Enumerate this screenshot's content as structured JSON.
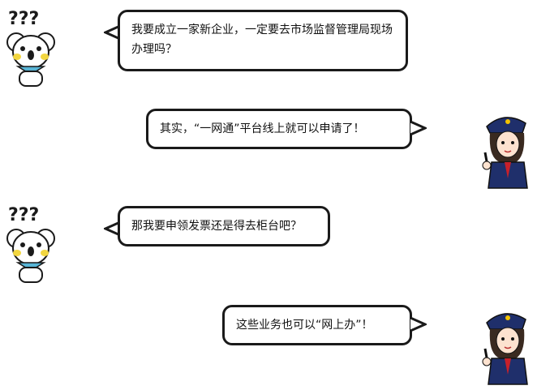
{
  "conversation": [
    {
      "speaker": "koala",
      "text": "我要成立一家新企业，一定要去市场监督管理局现场办理吗？",
      "marks": "???"
    },
    {
      "speaker": "officer",
      "text": "其实，“一网通”平台线上就可以申请了！"
    },
    {
      "speaker": "koala",
      "text": "那我要申领发票还是得去柜台吧？",
      "marks": "???"
    },
    {
      "speaker": "officer",
      "text": "这些业务也可以“网上办”！"
    }
  ],
  "avatars": {
    "koala": {
      "icon": "koala-mascot-icon",
      "color": "#f2a93b"
    },
    "officer": {
      "icon": "officer-mascot-icon",
      "color": "#1f2f6b"
    }
  }
}
